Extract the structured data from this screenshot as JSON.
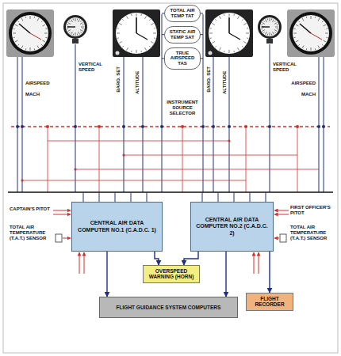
{
  "diagram": {
    "nodes": [
      {
        "text": [
          "TOTAL AIR TEMP TAT"
        ]
      },
      {
        "text": [
          "STATIC AIR TEMP SAT"
        ]
      },
      {
        "text": [
          "TRUE AIRSPEED TAS"
        ]
      },
      {
        "text": [
          "CENTRAL AIR DATA COMPUTER NO.1 (C.A.D.C. 1)"
        ]
      },
      {
        "text": [
          "CENTRAL AIR DATA COMPUTER NO.2 (C.A.D.C. 2)"
        ]
      },
      {
        "text": [
          "OVERSPEED WARNING (HORN)"
        ]
      },
      {
        "text": [
          "FLIGHT GUIDANCE SYSTEM COMPUTERS"
        ]
      },
      {
        "text": [
          "FLIGHT RECORDER"
        ]
      }
    ],
    "edges": [
      {
        "from": 3,
        "to": 5,
        "arrow": "to"
      },
      {
        "from": 4,
        "to": 5,
        "arrow": "to"
      },
      {
        "from": 3,
        "to": 6,
        "arrow": "to"
      },
      {
        "from": 4,
        "to": 6,
        "arrow": "to"
      },
      {
        "from": 4,
        "to": 7,
        "arrow": "to"
      }
    ],
    "labels": [
      "AIRSPEED",
      "MACH",
      "VERTICAL SPEED",
      "BARO. SET",
      "ALTITUDE",
      "INSTRUMENT SOURCE SELECTOR",
      "BARO. SET",
      "ALTITUDE",
      "VERTICAL SPEED",
      "AIRSPEED",
      "MACH",
      "CAPTAIN'S PITOT",
      "TOTAL AIR TEMPERATURE (T.A.T.) SENSOR",
      "FIRST OFFICER'S PITOT",
      "TOTAL AIR TEMPERATURE (T.A.T.) SENSOR"
    ]
  }
}
